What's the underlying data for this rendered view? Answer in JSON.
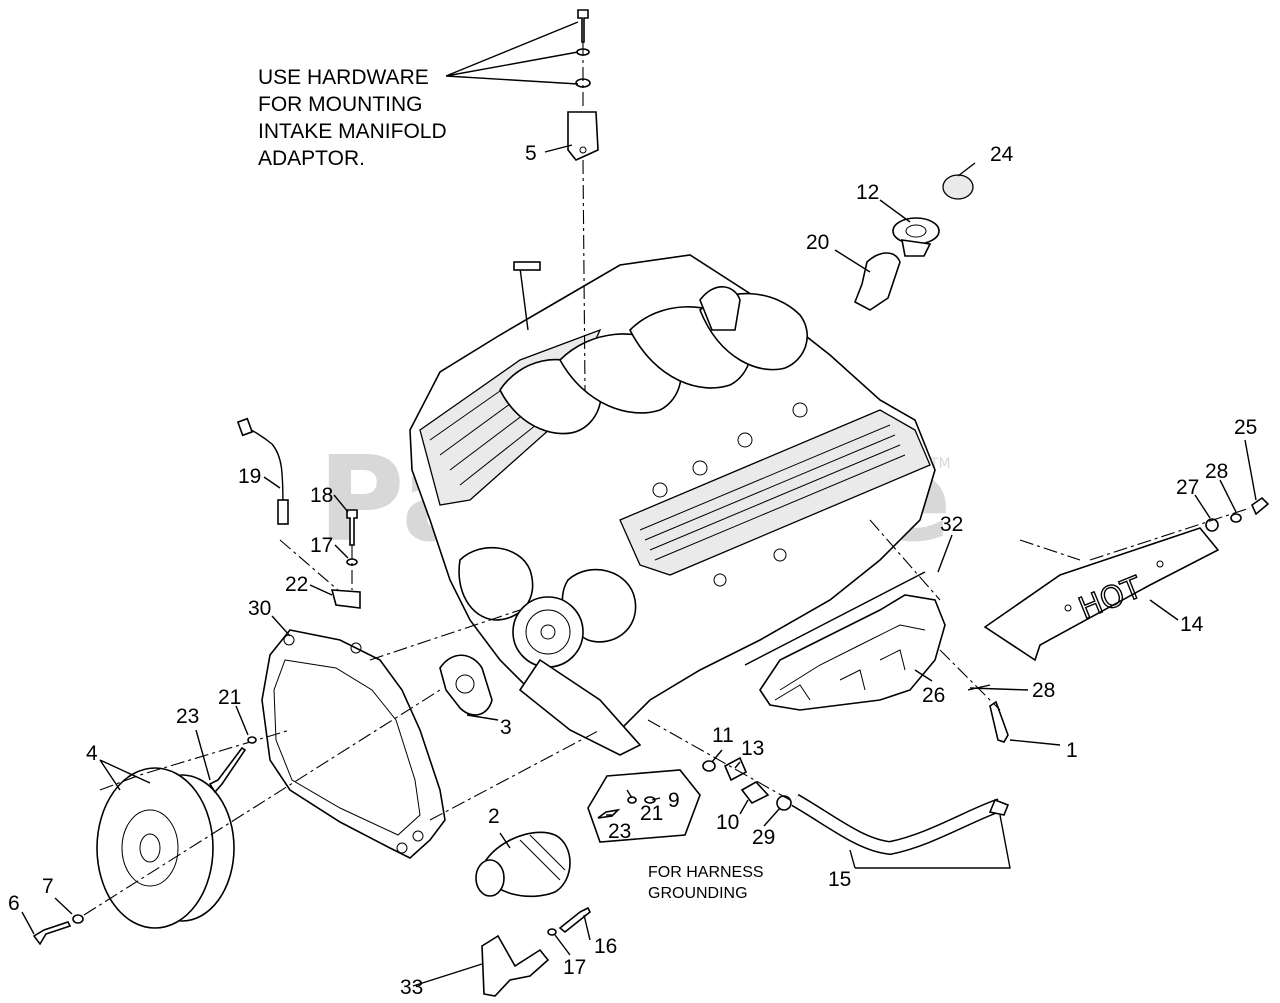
{
  "watermark": {
    "text": "PartsTree",
    "tm": "TM"
  },
  "notes": {
    "mounting": [
      "USE HARDWARE",
      "FOR MOUNTING",
      "INTAKE MANIFOLD",
      "ADAPTOR."
    ],
    "grounding": [
      "FOR HARNESS",
      "GROUNDING"
    ]
  },
  "heat_shield_text": "HOT",
  "callouts": {
    "c1": "1",
    "c2": "2",
    "c3": "3",
    "c4": "4",
    "c5": "5",
    "c6": "6",
    "c7": "7",
    "c9": "9",
    "c10": "10",
    "c11": "11",
    "c12": "12",
    "c13": "13",
    "c14": "14",
    "c15": "15",
    "c16": "16",
    "c17a": "17",
    "c17b": "17",
    "c18": "18",
    "c19": "19",
    "c20": "20",
    "c21a": "21",
    "c21b": "21",
    "c22": "22",
    "c23a": "23",
    "c23b": "23",
    "c24": "24",
    "c25": "25",
    "c26": "26",
    "c27": "27",
    "c28a": "28",
    "c28b": "28",
    "c29": "29",
    "c30": "30",
    "c32": "32",
    "c33": "33"
  }
}
